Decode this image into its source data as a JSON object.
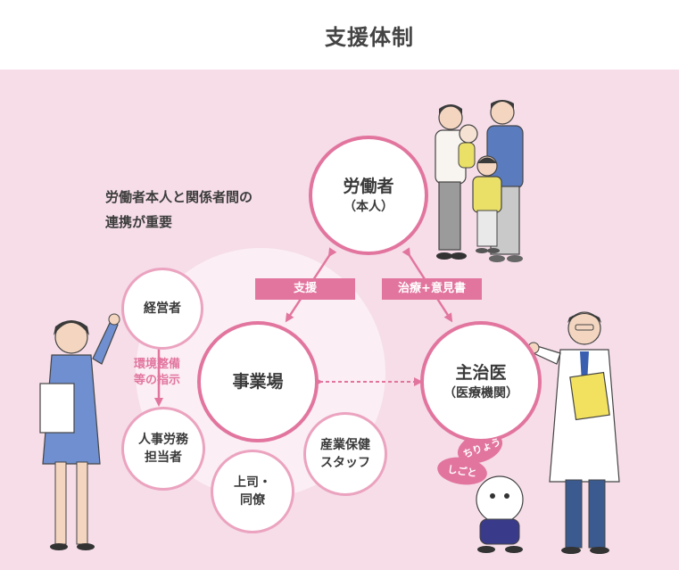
{
  "header": {
    "title": "支援体制"
  },
  "note": {
    "line1": "労働者本人と関係者間の",
    "line2": "連携が重要"
  },
  "nodes": {
    "worker": {
      "main": "労働者",
      "sub": "（本人）"
    },
    "workplace": {
      "main": "事業場"
    },
    "doctor": {
      "main": "主治医",
      "sub": "（医療機関）"
    },
    "manager": {
      "label": "経営者"
    },
    "hr": {
      "line1": "人事労務",
      "line2": "担当者"
    },
    "boss": {
      "line1": "上司・",
      "line2": "同僚"
    },
    "staff": {
      "line1": "産業保健",
      "line2": "スタッフ"
    }
  },
  "tags": {
    "support": "支援",
    "treatment": "治療+意見書"
  },
  "manager_arrow": {
    "line1": "環境整備",
    "line2": "等の指示"
  },
  "mascot": {
    "bubble1": "ちりょう",
    "bubble2": "しごと"
  },
  "colors": {
    "accent": "#e2759e",
    "background": "#f6dde8",
    "light_circle": "#fbeef4"
  }
}
